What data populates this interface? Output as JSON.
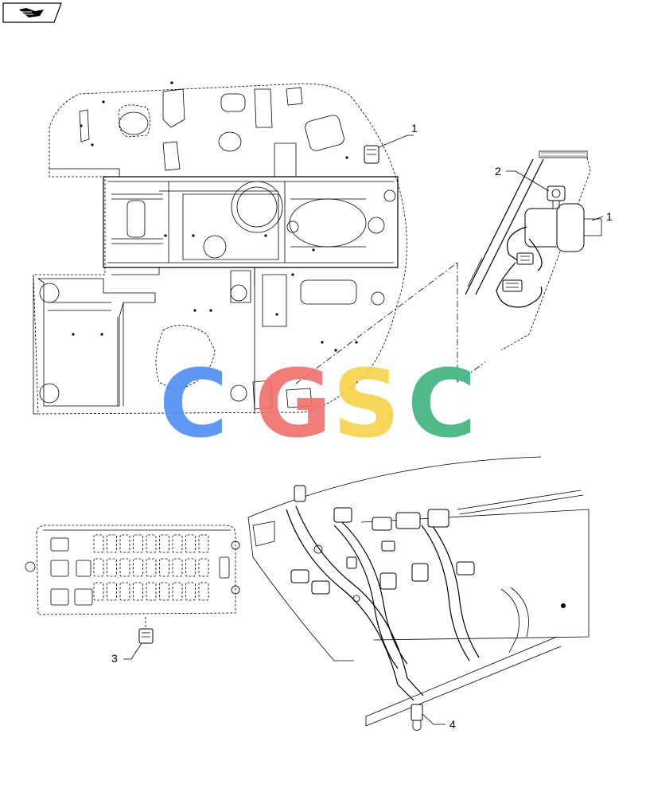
{
  "watermark": {
    "letters": [
      "C",
      "G",
      "S",
      "C"
    ],
    "colors": [
      "#4f8ff5",
      "#f0706b",
      "#f7d248",
      "#3fb37f"
    ]
  },
  "callouts": {
    "item1_top": "1",
    "item2": "2",
    "item1_right": "1",
    "item3": "3",
    "item4": "4"
  },
  "icons": {
    "nav": "book-arrow-icon"
  }
}
